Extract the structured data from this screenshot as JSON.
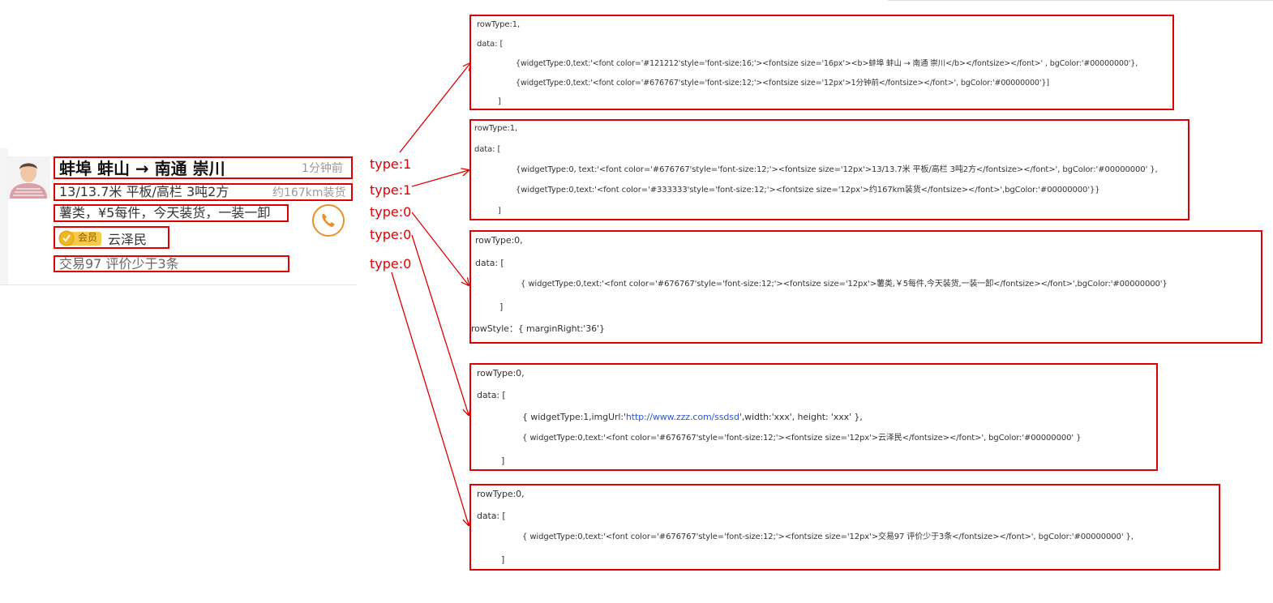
{
  "card": {
    "title": "蚌埠 蚌山 → 南通 崇川",
    "time": "1分钟前",
    "spec": "13/13.7米 平板/高栏 3吨2方",
    "distance": "约167km装货",
    "goods": "薯类，¥5每件，今天装货，一装一卸",
    "member_badge": "会员",
    "name": "云泽民",
    "trade": "交易97  评价少于3条"
  },
  "labels": [
    "type:1",
    "type:1",
    "type:0",
    "type:0",
    "type:0"
  ],
  "code_boxes": [
    {
      "lines": [
        "rowType:1,",
        "data: [",
        "{widgetType:0,text:'<font color='#121212'style='font-size:16;'><fontsize size='16px'><b>蚌埠 蚌山 → 南通 崇川</b></fontsize></font>' ,  bgColor:'#00000000'},",
        "{widgetType:0,text:'<font color='#676767'style='font-size:12;'><fontsize size='12px'>1分钟前</fontsize></font>',  bgColor:'#00000000'}]",
        "]"
      ]
    },
    {
      "lines": [
        "rowType:1,",
        "data: [",
        "{widgetType:0, text:'<font color='#676767'style='font-size:12;'><fontsize size='12px'>13/13.7米 平板/高栏 3吨2方</fontsize></font>',  bgColor:'#00000000' },",
        "{widgetType:0,text:'<font color='#333333'style='font-size:12;'><fontsize size='12px'>约167km装货</fontsize></font>',bgColor:'#00000000'}}",
        "]"
      ]
    },
    {
      "lines": [
        "rowType:0,",
        "data: [",
        "{ widgetType:0,text:'<font color='#676767'style='font-size:12;'><fontsize size='12px'>薯类,￥5每件,今天装货,一装一卸</fontsize></font>',bgColor:'#00000000'}",
        "]",
        "rowStyle：{ marginRight:'36'}"
      ]
    },
    {
      "lines": [
        "rowType:0,",
        "data: [",
        "{ widgetType:1,imgUrl:'",
        "http://www.zzz.com/ssdsd",
        "',width:'xxx', height: 'xxx' },",
        "{ widgetType:0,text:'<font color='#676767'style='font-size:12;'><fontsize size='12px'>云泽民</fontsize></font>',  bgColor:'#00000000' }",
        "]"
      ]
    },
    {
      "lines": [
        "rowType:0,",
        "data: [",
        "{ widgetType:0,text:'<font color='#676767'style='font-size:12;'><fontsize size='12px'>交易97  评价少于3条</fontsize></font>',  bgColor:'#00000000' },",
        "]"
      ]
    }
  ],
  "colors": {
    "annotation": "#e00000",
    "phone": "#e8902a",
    "badge": "#f6c94a"
  },
  "icons": [
    "avatar",
    "phone-icon",
    "member-badge-icon"
  ]
}
